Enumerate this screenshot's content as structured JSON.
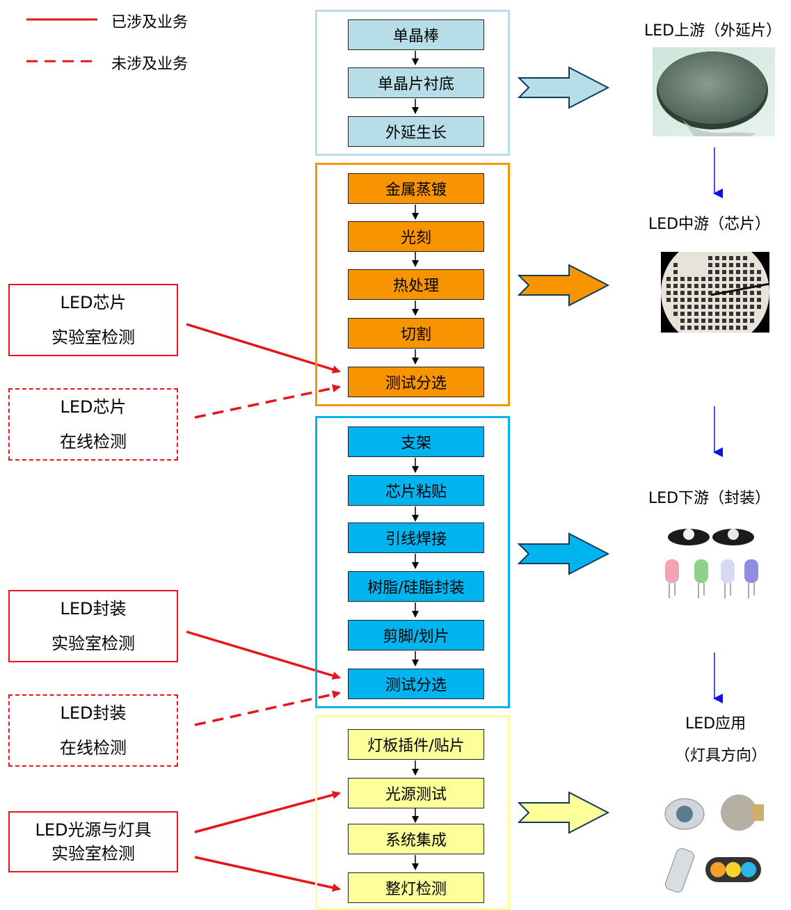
{
  "legend": {
    "covered": "已涉及业务",
    "not_covered": "未涉及业务"
  },
  "colors": {
    "stage1": "#b7dee8",
    "stage1_border": "#b7dee8",
    "stage2": "#f79400",
    "stage3": "#00b5ef",
    "stage4": "#ffff99",
    "stage4_border": "#ffff99",
    "callout_red": "#e8141c",
    "flow_blue": "#1010e0"
  },
  "stages": [
    {
      "steps": [
        "单晶棒",
        "单晶片衬底",
        "外延生长"
      ]
    },
    {
      "steps": [
        "金属蒸镀",
        "光刻",
        "热处理",
        "切割",
        "测试分选"
      ]
    },
    {
      "steps": [
        "支架",
        "芯片粘贴",
        "引线焊接",
        "树脂/硅脂封装",
        "剪脚/划片",
        "测试分选"
      ]
    },
    {
      "steps": [
        "灯板插件/贴片",
        "光源测试",
        "系统集成",
        "整灯检测"
      ]
    }
  ],
  "callouts": [
    {
      "line1": "LED芯片",
      "line2": "实验室检测",
      "style": "solid"
    },
    {
      "line1": "LED芯片",
      "line2": "在线检测",
      "style": "dashed"
    },
    {
      "line1": "LED封装",
      "line2": "实验室检测",
      "style": "solid"
    },
    {
      "line1": "LED封装",
      "line2": "在线检测",
      "style": "dashed"
    },
    {
      "line1": "LED光源与灯具",
      "line2": "实验室检测",
      "style": "solid"
    }
  ],
  "industry_stages": [
    {
      "label": "LED上游（外延片）",
      "image": "wafer-photo"
    },
    {
      "label": "LED中游（芯片）",
      "image": "chip-wafer-photo"
    },
    {
      "label": "LED下游（封装）",
      "image": "led-package-photo"
    },
    {
      "label": "LED应用",
      "sublabel": "（灯具方向）",
      "image": "lamp-products-photo"
    }
  ]
}
